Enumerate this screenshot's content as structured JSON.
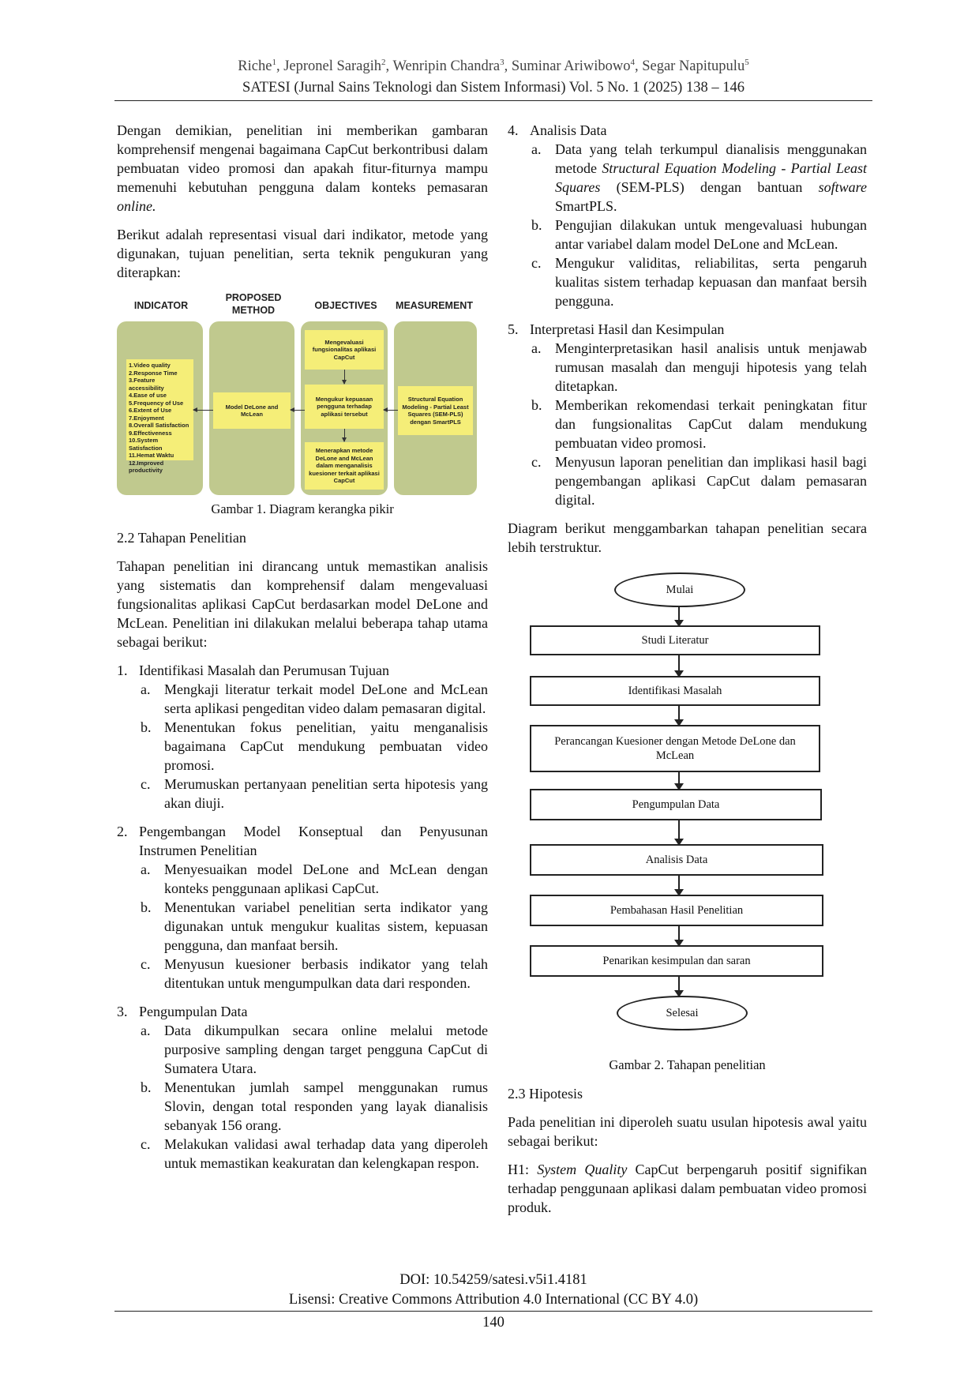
{
  "header": {
    "authors": [
      {
        "name": "Riche",
        "sup": "1"
      },
      {
        "name": "Jepronel Saragih",
        "sup": "2"
      },
      {
        "name": "Wenripin Chandra",
        "sup": "3"
      },
      {
        "name": "Suminar Ariwibowo",
        "sup": "4"
      },
      {
        "name": "Segar Napitupulu",
        "sup": "5"
      }
    ],
    "journal": "SATESI (Jurnal Sains Teknologi dan Sistem Informasi) Vol. 5 No. 1 (2025) 138 – 146"
  },
  "left": {
    "p1_a": "Dengan demikian, penelitian ini memberikan gambaran komprehensif mengenai bagaimana CapCut berkontribusi dalam pembuatan video promosi dan apakah fitur-fiturnya mampu memenuhi kebutuhan pengguna dalam konteks pemasaran ",
    "p1_em": "online.",
    "p2": "Berikut adalah representasi visual dari indikator, metode yang digunakan, tujuan penelitian, serta teknik pengukuran yang diterapkan:",
    "figure1": {
      "headers": {
        "indicator": "INDICATOR",
        "method": "PROPOSED METHOD",
        "objectives": "OBJECTIVES",
        "measurement": "MEASUREMENT"
      },
      "indicators": [
        "1.Video quality",
        "2.Response Time",
        "3.Feature accessibility",
        "4.Ease of use",
        "5.Frequency of Use",
        "6.Extent of Use",
        "7.Enjoyment",
        "8.Overall Satisfaction",
        "9.Effectiveness",
        "10.System Satisfaction",
        "11.Hemat Waktu",
        "12.Improved productivity"
      ],
      "method": "Model DeLone and McLean",
      "objective1": "Mengevaluasi fungsionalitas aplikasi CapCut",
      "objective2": "Mengukur kepuasan pengguna terhadap aplikasi tersebut",
      "objective3": "Menerapkan metode DeLone and McLean dalam menganalisis kuesioner terkait aplikasi CapCut",
      "measurement": "Structural Equation Modeling - Partial Least Squares (SEM-PLS) dengan SmartPLS",
      "caption": "Gambar 1. Diagram kerangka pikir"
    },
    "section": "2.2 Tahapan Penelitian",
    "p3": "Tahapan penelitian ini dirancang untuk memastikan analisis yang sistematis dan komprehensif dalam mengevaluasi fungsionalitas aplikasi CapCut berdasarkan model DeLone and McLean. Penelitian ini dilakukan melalui beberapa tahap utama sebagai berikut:",
    "steps": [
      {
        "num": "1.",
        "title": "Identifikasi Masalah dan Perumusan Tujuan",
        "items": [
          {
            "num": "a.",
            "text": "Mengkaji literatur terkait model DeLone and McLean serta aplikasi pengeditan video dalam pemasaran digital."
          },
          {
            "num": "b.",
            "text": "Menentukan fokus penelitian, yaitu menganalisis bagaimana CapCut mendukung pembuatan video promosi."
          },
          {
            "num": "c.",
            "text": "Merumuskan pertanyaan penelitian serta hipotesis yang akan diuji."
          }
        ]
      },
      {
        "num": "2.",
        "title": "Pengembangan Model Konseptual dan Penyusunan Instrumen Penelitian",
        "items": [
          {
            "num": "a.",
            "text": "Menyesuaikan model DeLone and McLean dengan konteks penggunaan aplikasi CapCut."
          },
          {
            "num": "b.",
            "text": "Menentukan variabel penelitian serta indikator yang digunakan untuk mengukur kualitas sistem, kepuasan pengguna, dan manfaat bersih."
          },
          {
            "num": "c.",
            "text": "Menyusun kuesioner berbasis indikator yang telah ditentukan untuk mengumpulkan data dari responden."
          }
        ]
      },
      {
        "num": "3.",
        "title": "Pengumpulan Data",
        "items": [
          {
            "num": "a.",
            "text": "Data dikumpulkan secara online melalui metode purposive sampling dengan target pengguna CapCut di Sumatera Utara."
          },
          {
            "num": "b.",
            "text": "Menentukan jumlah sampel menggunakan rumus Slovin, dengan total responden yang layak dianalisis sebanyak 156 orang."
          },
          {
            "num": "c.",
            "text": "Melakukan validasi awal terhadap data yang diperoleh untuk memastikan keakuratan dan kelengkapan respon."
          }
        ]
      }
    ]
  },
  "right": {
    "step4": {
      "num": "4.",
      "title": "Analisis Data",
      "a": {
        "num": "a.",
        "t1": "Data yang telah terkumpul dianalisis menggunakan metode ",
        "em1": "Structural Equation Modeling - Partial Least Squares",
        "t2": " (SEM-PLS) dengan bantuan ",
        "em2": "software",
        "t3": " SmartPLS."
      },
      "b": {
        "num": "b.",
        "text": "Pengujian dilakukan untuk mengevaluasi hubungan antar variabel dalam model DeLone and McLean."
      },
      "c": {
        "num": "c.",
        "text": "Mengukur validitas, reliabilitas, serta pengaruh kualitas sistem terhadap kepuasan dan manfaat bersih pengguna."
      }
    },
    "step5": {
      "num": "5.",
      "title": "Interpretasi Hasil dan Kesimpulan",
      "items": [
        {
          "num": "a.",
          "text": "Menginterpretasikan hasil analisis untuk menjawab rumusan masalah dan menguji hipotesis yang telah ditetapkan."
        },
        {
          "num": "b.",
          "text": "Memberikan rekomendasi terkait peningkatan fitur dan fungsionalitas CapCut dalam mendukung pembuatan video promosi."
        },
        {
          "num": "c.",
          "text": "Menyusun laporan penelitian dan implikasi hasil bagi pengembangan aplikasi CapCut dalam pemasaran digital."
        }
      ]
    },
    "p_flow": "Diagram berikut menggambarkan tahapan penelitian secara lebih terstruktur.",
    "flow": {
      "start": "Mulai",
      "steps": [
        "Studi Literatur",
        "Identifikasi Masalah",
        "Perancangan Kuesioner dengan Metode DeLone dan McLean",
        "Pengumpulan Data",
        "Analisis Data",
        "Pembahasan Hasil Penelitian",
        "Penarikan kesimpulan dan saran"
      ],
      "end": "Selesai",
      "caption": "Gambar 2. Tahapan penelitian"
    },
    "section": "2.3 Hipotesis",
    "p_hyp": "Pada penelitian ini diperoleh suatu usulan hipotesis awal yaitu sebagai berikut:",
    "h1": {
      "label": "H1: ",
      "em": "System Quality",
      "text": " CapCut berpengaruh positif signifikan terhadap penggunaan aplikasi dalam pembuatan video promosi produk."
    }
  },
  "footer": {
    "doi": "DOI: 10.54259/satesi.v5i1.4181",
    "license": "Lisensi: Creative Commons Attribution 4.0 International (CC BY 4.0)",
    "page": "140"
  }
}
